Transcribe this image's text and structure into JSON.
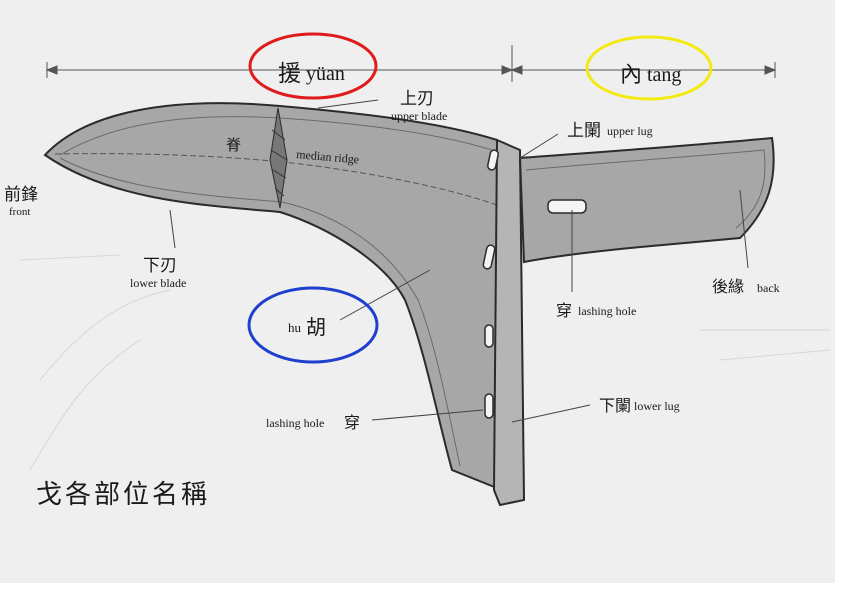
{
  "diagram": {
    "title": "戈各部位名稱",
    "sections": {
      "yuan": {
        "cjk": "援",
        "latin": "yüan",
        "circle_color": "#e01b1b"
      },
      "tang": {
        "cjk": "內",
        "latin": "tang",
        "circle_color": "#f2ea10"
      },
      "hu": {
        "cjk": "胡",
        "latin": "hu",
        "circle_color": "#1f3fcf"
      }
    },
    "labels": {
      "upper_blade": {
        "cjk": "上刃",
        "en": "upper blade"
      },
      "upper_lug": {
        "cjk": "上闌",
        "en": "upper lug"
      },
      "ridge": {
        "cjk": "脊"
      },
      "median_ridge": {
        "en": "median ridge"
      },
      "front": {
        "cjk": "前鋒",
        "en": "front"
      },
      "lower_blade": {
        "cjk": "下刃",
        "en": "lower blade"
      },
      "back": {
        "cjk": "後緣",
        "en": "back"
      },
      "lashing_hole_right": {
        "cjk": "穿",
        "en": "lashing hole"
      },
      "lashing_hole_left": {
        "cjk": "穿",
        "en": "lashing hole"
      },
      "lower_lug": {
        "cjk": "下闌",
        "en": "lower lug"
      }
    },
    "colors": {
      "background": "#efefef",
      "blade_fill": "#a7a7a7",
      "outline": "#2b2b2b"
    }
  }
}
